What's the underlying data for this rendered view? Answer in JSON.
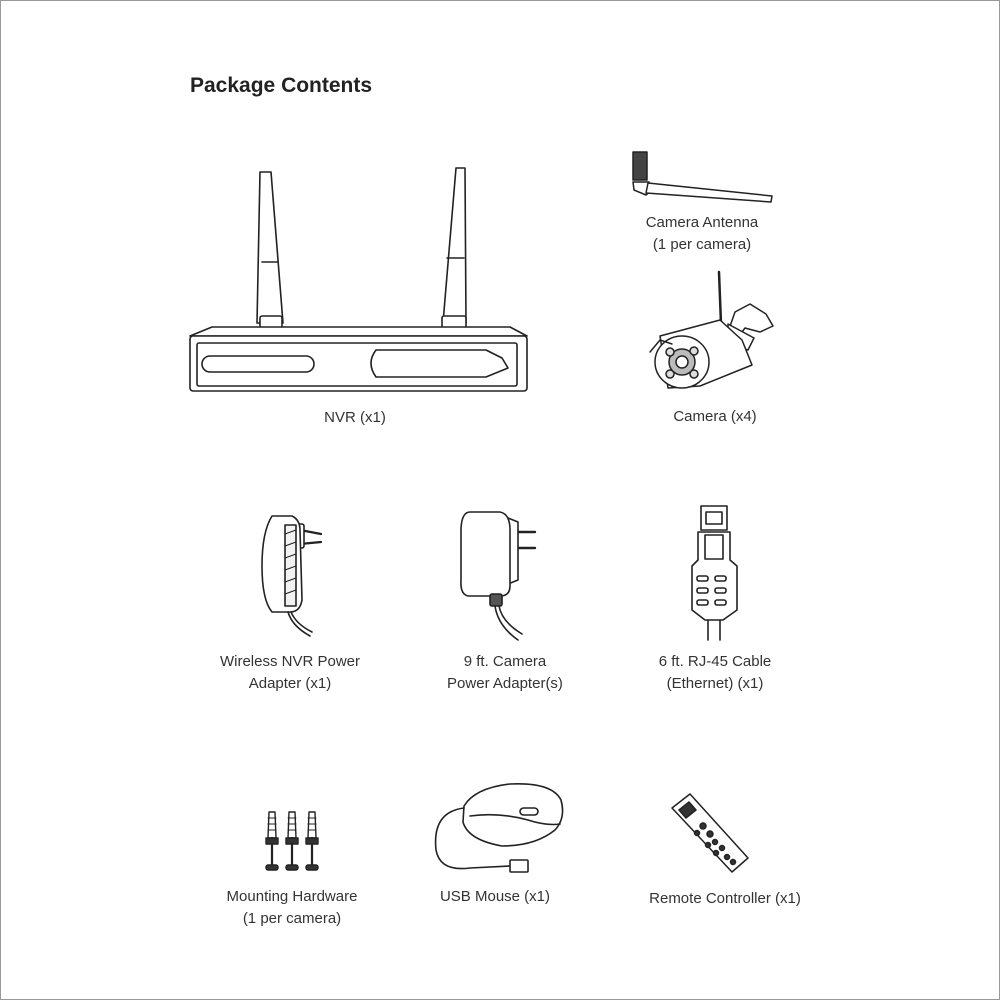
{
  "page": {
    "title": "Package Contents"
  },
  "items": [
    {
      "id": "nvr",
      "label": "NVR (x1)"
    },
    {
      "id": "camera-antenna",
      "label": "Camera Antenna",
      "sublabel": "(1 per camera)"
    },
    {
      "id": "camera",
      "label": "Camera (x4)"
    },
    {
      "id": "nvr-power-adapter",
      "label": "Wireless NVR Power",
      "sublabel": "Adapter (x1)"
    },
    {
      "id": "camera-power-adapter",
      "label": "9 ft. Camera",
      "sublabel": "Power Adapter(s)"
    },
    {
      "id": "rj45-cable",
      "label": "6 ft. RJ-45 Cable",
      "sublabel": "(Ethernet) (x1)"
    },
    {
      "id": "mounting-hardware",
      "label": "Mounting Hardware",
      "sublabel": "(1 per camera)"
    },
    {
      "id": "usb-mouse",
      "label": "USB Mouse (x1)"
    },
    {
      "id": "remote-controller",
      "label": "Remote Controller (x1)"
    }
  ]
}
